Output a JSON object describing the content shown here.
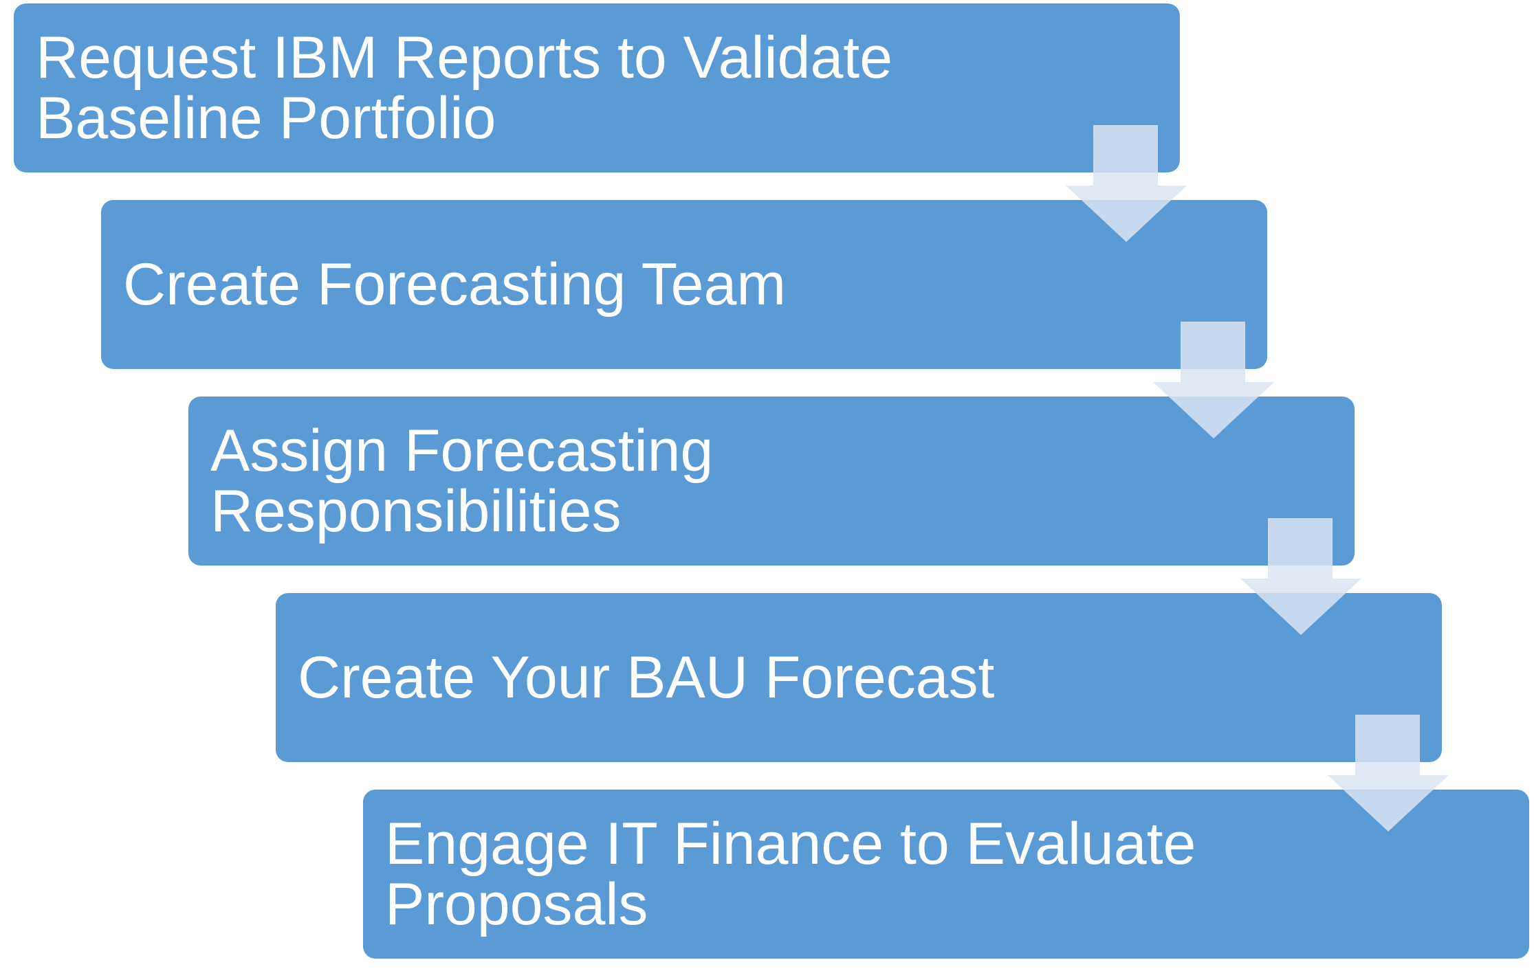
{
  "steps": [
    {
      "label": "Request IBM Reports to Validate\nBaseline Portfolio"
    },
    {
      "label": "Create Forecasting Team"
    },
    {
      "label": "Assign Forecasting\nResponsibilities"
    },
    {
      "label": "Create Your BAU Forecast"
    },
    {
      "label": "Engage IT Finance to Evaluate\nProposals"
    }
  ],
  "colors": {
    "box_fill": "#5b9bd5",
    "box_text": "#ffffff",
    "arrow_fill": "#dbe4f2"
  },
  "icons": {
    "connector": "down-arrow-icon"
  }
}
